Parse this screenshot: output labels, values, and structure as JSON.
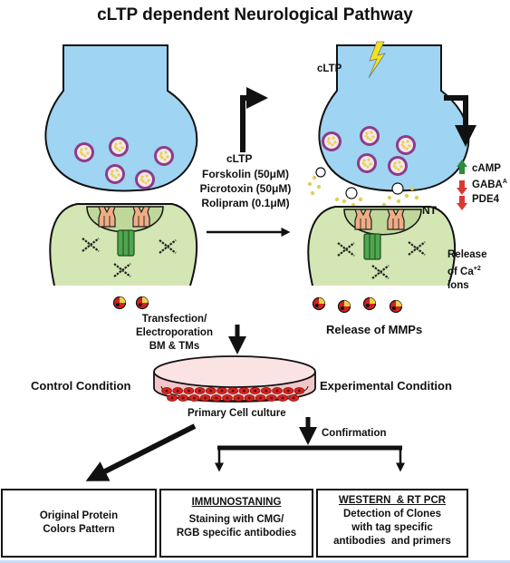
{
  "title": "cLTP dependent Neurological Pathway",
  "treatment": {
    "heading": "cLTP",
    "lines": [
      "Forskolin (50μM)",
      "Picrotoxin (50μM)",
      "Rolipram (0.1μM)"
    ]
  },
  "right_labels": {
    "cltp": "cLTP",
    "nt": "NT",
    "camp": "cAMP",
    "gaba": "GABA",
    "gaba_sup": "A",
    "pde4": "PDE4",
    "release_ca_line1": "Release",
    "release_ca_line2": "of Ca",
    "release_ca_sup": "+2",
    "release_ca_line3": "ions",
    "release_mmps": "Release of MMPs"
  },
  "transfection_lines": [
    "Transfection/",
    "Electroporation",
    "BM & TMs"
  ],
  "control_condition": "Control Condition",
  "experimental_condition": "Experimental Condition",
  "primary_culture": "Primary Cell culture",
  "confirmation": "Confirmation",
  "boxes": [
    {
      "heading": "",
      "lines": [
        "Original Protein",
        "Colors Pattern"
      ]
    },
    {
      "heading": "IMMUNOSTANING",
      "lines": [
        "Staining with CMG/",
        "RGB specific antibodies"
      ]
    },
    {
      "heading": "WESTERN  & RT PCR",
      "lines": [
        "Detection of Clones",
        "with tag specific",
        "antibodies  and primers"
      ]
    }
  ],
  "colors": {
    "presynaptic": "#9fd4f2",
    "postsynaptic": "#d3e6b3",
    "vesicle": "#8e3c86",
    "receptor": "#f0ad84",
    "channel": "#4fa64f",
    "up_arrow": "#2e8b3e",
    "down_arrow": "#d83a33",
    "dish": "#f2c6c8",
    "cell": "#d6231f"
  }
}
